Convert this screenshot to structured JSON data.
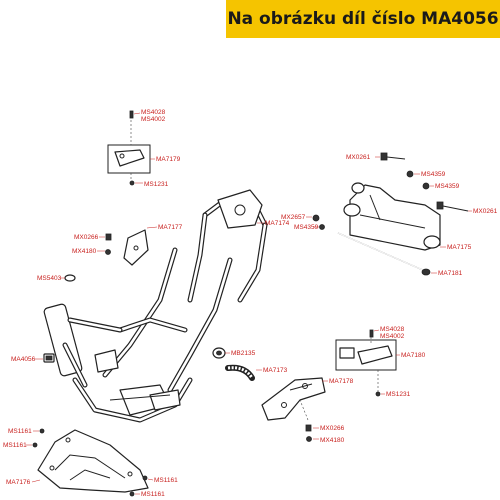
{
  "banner": {
    "text": "Na obrázku díl číslo MA4056"
  },
  "colors": {
    "banner_bg": "#f5c400",
    "label_red": "#c8201e",
    "line": "#222222"
  },
  "labels": {
    "ms4028_top": "MS4028",
    "ms4002_top": "MS4002",
    "ma7179": "MA7179",
    "ms1231_top": "MS1231",
    "mx0261_left": "MX0261",
    "ms4359_a": "MS4359",
    "ms4359_b": "MS4359",
    "mx0261_right": "MX0261",
    "mx2657": "MX2657",
    "ms4359_c": "MS4359",
    "ma7177": "MA7177",
    "ma7174": "MA7174",
    "mx0266_left": "MX0266",
    "mx4180_left": "MX4180",
    "ma7175": "MA7175",
    "ma7181": "MA7181",
    "ms5403": "MS5403",
    "ms4028_mid": "MS4028",
    "ms4002_mid": "MS4002",
    "mb2135": "MB2135",
    "ma7180": "MA7180",
    "ma4056": "MA4056",
    "ma7173": "MA7173",
    "ma7178": "MA7178",
    "ms1231_mid": "MS1231",
    "ms1161_a": "MS1161",
    "mx0266_right": "MX0266",
    "ms1161_b": "MS1161",
    "mx4180_right": "MX4180",
    "ma7176": "MA7176",
    "ms1161_c": "MS1161",
    "ms1161_d": "MS1161"
  }
}
